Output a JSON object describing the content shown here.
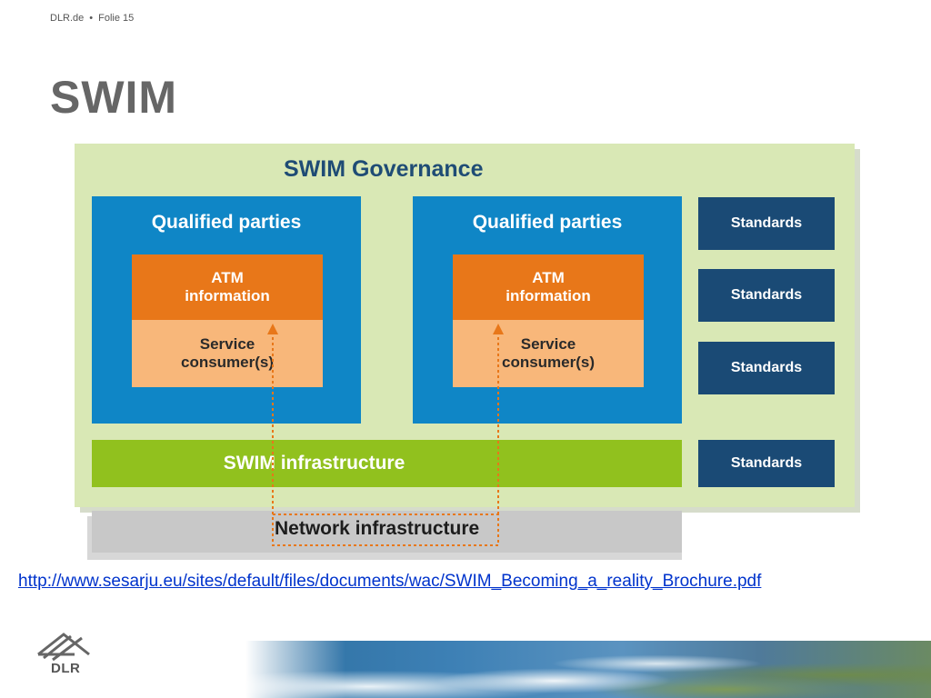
{
  "header": {
    "site": "DLR.de",
    "separator": "•",
    "slide": "Folie 15"
  },
  "title": "SWIM",
  "diagram": {
    "governance": "SWIM Governance",
    "panels": [
      {
        "label": "Qualified parties",
        "atm": "ATM\ninformation",
        "service": "Service\nconsumer(s)"
      },
      {
        "label": "Qualified parties",
        "atm": "ATM\ninformation",
        "service": "Service\nconsumer(s)"
      }
    ],
    "standards": [
      "Standards",
      "Standards",
      "Standards",
      "Standards"
    ],
    "swim_infrastructure": "SWIM infrastructure",
    "network_infrastructure": "Network infrastructure",
    "colors": {
      "governance_bg": "#d9e8b5",
      "panel_blue": "#0f86c6",
      "atm_orange": "#e87719",
      "service_peach": "#f8b77a",
      "standards_navy": "#1a4a75",
      "infra_green": "#91c11e",
      "network_gray": "#c8c8c8",
      "arrow_orange": "#e87719"
    }
  },
  "source_link": "http://www.sesarju.eu/sites/default/files/documents/wac/SWIM_Becoming_a_reality_Brochure.pdf",
  "logo": {
    "text": "DLR",
    "icon": "dlr-logo-icon"
  },
  "footer_image": "earth-satellite-image"
}
